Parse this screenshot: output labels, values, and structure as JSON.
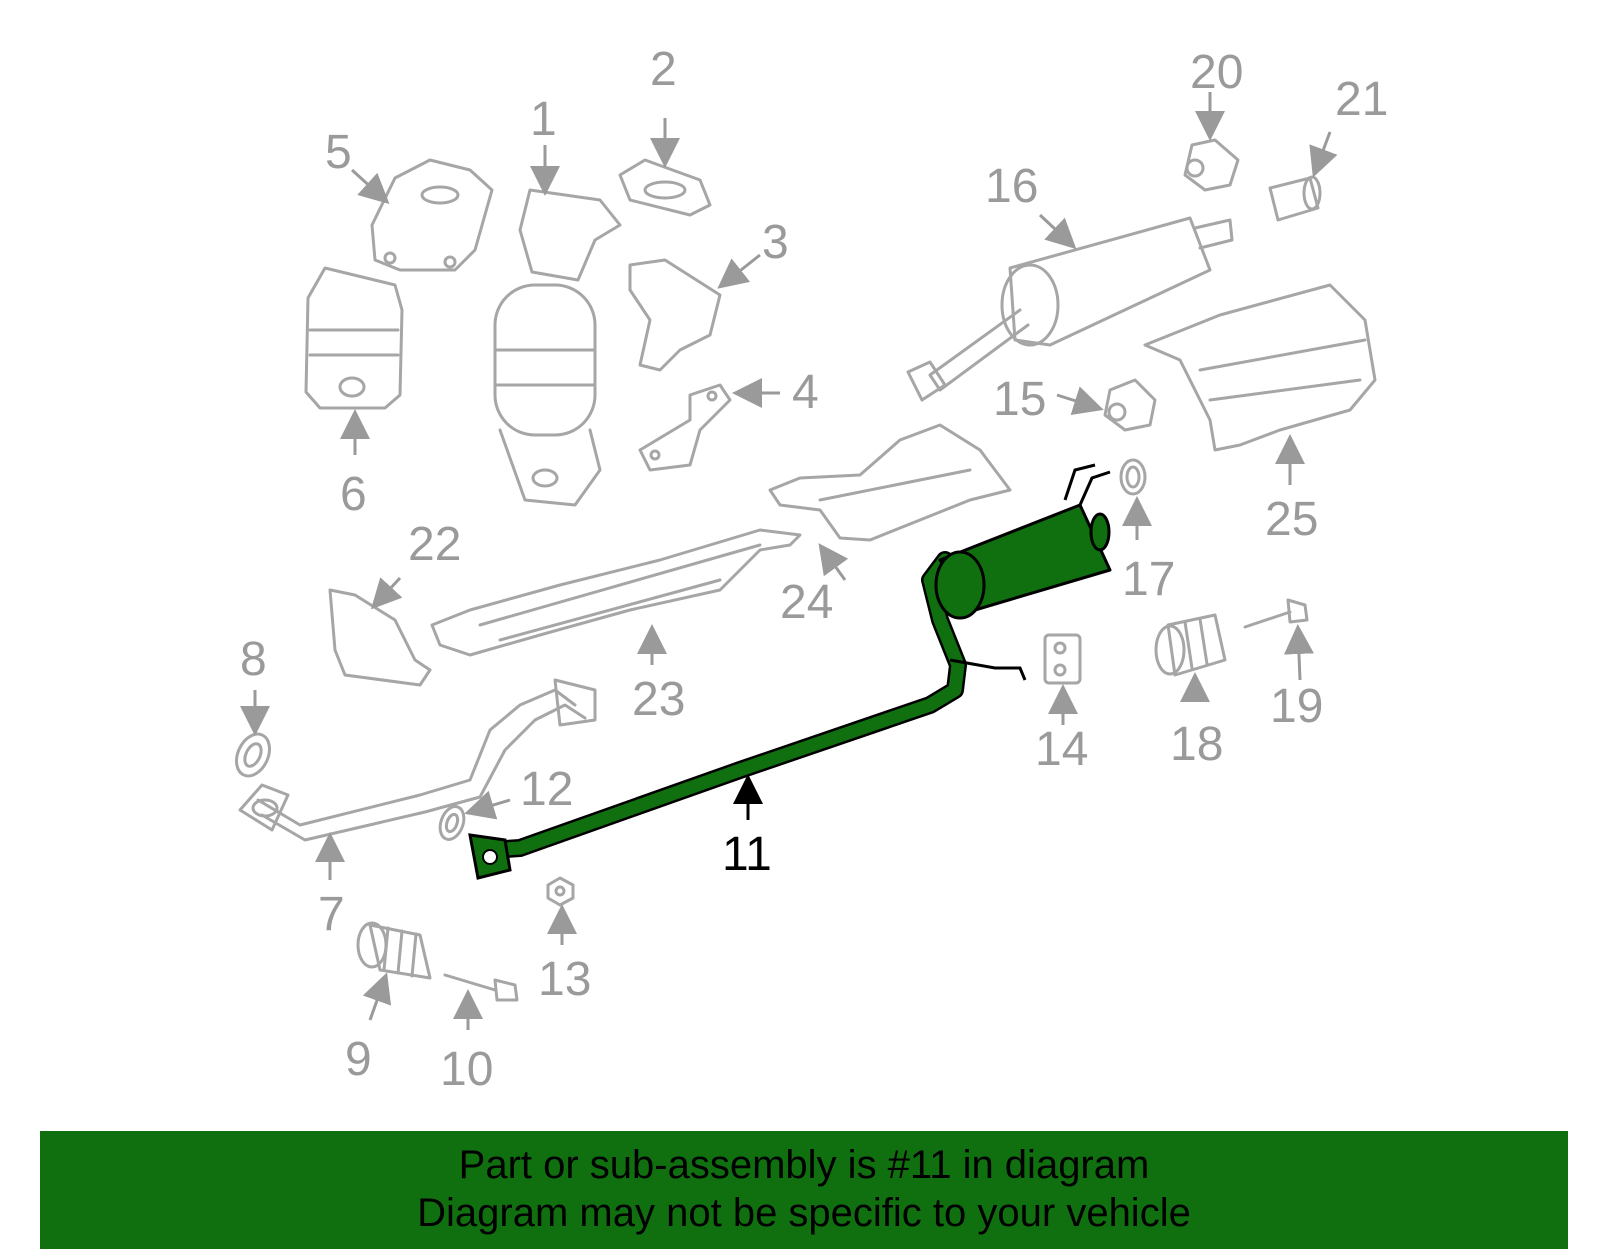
{
  "diagram": {
    "highlight_color": "#107010",
    "part_color": "#a6a6a6",
    "callouts": [
      "1",
      "2",
      "3",
      "4",
      "5",
      "6",
      "7",
      "8",
      "9",
      "10",
      "11",
      "12",
      "13",
      "14",
      "15",
      "16",
      "17",
      "18",
      "19",
      "20",
      "21",
      "22",
      "23",
      "24",
      "25"
    ],
    "highlighted_callout": "11"
  },
  "banner": {
    "line1": "Part or sub-assembly is #11 in diagram",
    "line2": "Diagram may not be specific to your vehicle",
    "background": "#107010"
  }
}
